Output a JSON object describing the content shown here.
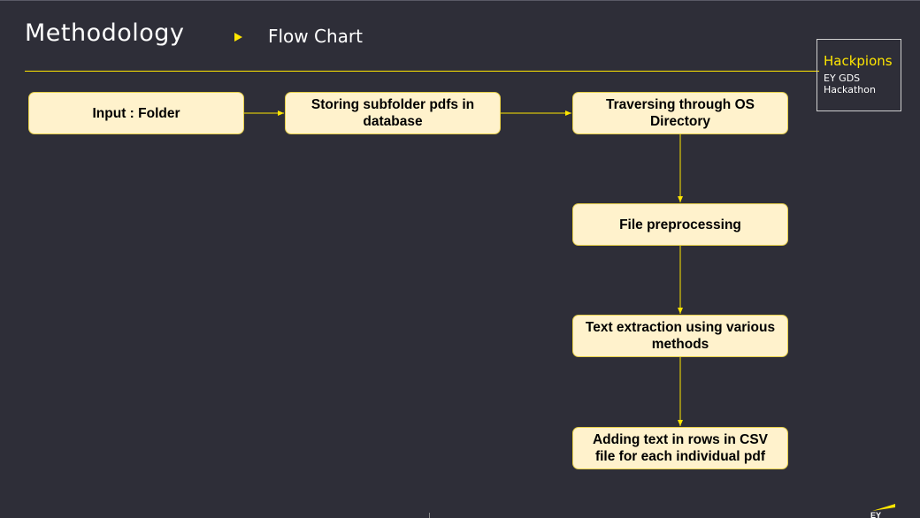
{
  "header": {
    "title": "Methodology",
    "section": "Flow Chart",
    "arrow_icon": "triangle-right-icon",
    "accent_color": "#ffe600"
  },
  "badge": {
    "title": "Hackpions",
    "subtitle": "EY GDS Hackathon"
  },
  "flowchart": {
    "nodes": [
      {
        "id": "n1",
        "label": "Input : Folder"
      },
      {
        "id": "n2",
        "label": "Storing subfolder pdfs in database"
      },
      {
        "id": "n3",
        "label": "Traversing through OS Directory"
      },
      {
        "id": "n4",
        "label": "File preprocessing"
      },
      {
        "id": "n5",
        "label": "Text extraction using various methods"
      },
      {
        "id": "n6",
        "label": "Adding text in rows in CSV file for each individual pdf"
      }
    ],
    "edges": [
      {
        "from": "n1",
        "to": "n2"
      },
      {
        "from": "n2",
        "to": "n3"
      },
      {
        "from": "n3",
        "to": "n4"
      },
      {
        "from": "n4",
        "to": "n5"
      },
      {
        "from": "n5",
        "to": "n6"
      }
    ],
    "node_fill": "#fff2cc",
    "edge_color": "#ffe600"
  },
  "footer": {
    "logo_icon": "ey-logo-icon"
  }
}
